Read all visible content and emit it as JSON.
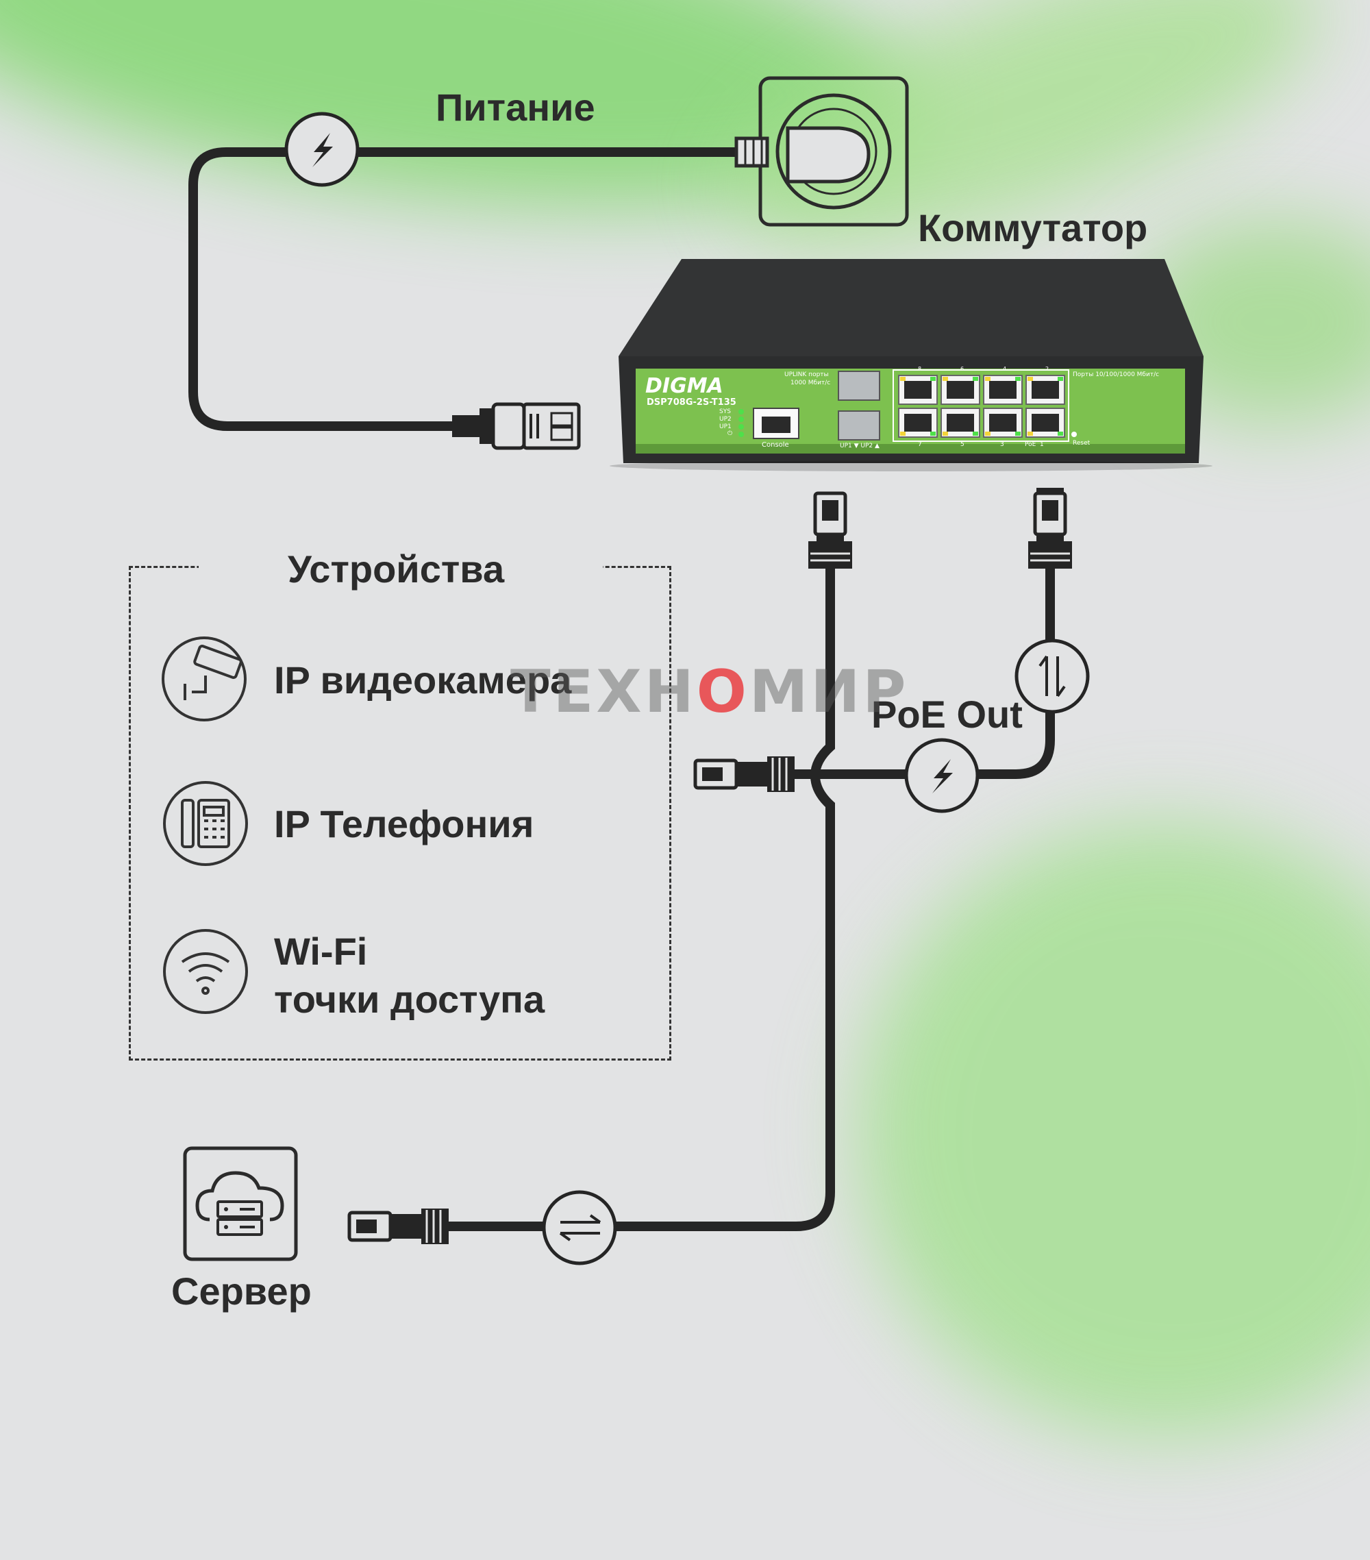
{
  "labels": {
    "power": "Питание",
    "switch": "Коммутатор",
    "devices_title": "Устройства",
    "poe_out": "PoE Out",
    "server": "Сервер"
  },
  "devices": [
    {
      "label": "IP видеокамера",
      "icon": "cctv-camera-icon"
    },
    {
      "label": "IP Телефония",
      "icon": "desk-phone-icon"
    },
    {
      "label_line1": "Wi-Fi",
      "label_line2": "точки доступа",
      "icon": "wifi-icon"
    }
  ],
  "switch_panel": {
    "brand": "DIGMA",
    "model": "DSP708G-2S-T135",
    "led_labels": [
      "SYS",
      "UP2",
      "UP1",
      "⏻"
    ],
    "console_label": "Console",
    "uplink_label_line1": "UPLINK порты",
    "uplink_label_line2": "1000 Мбит/с",
    "uplink_port_labels": "UP1 ▼ UP2 ▲",
    "ports_label": "Порты 10/100/1000 Мбит/с",
    "top_port_numbers": [
      "8",
      "6",
      "4",
      "2"
    ],
    "bottom_port_numbers": [
      "7",
      "5",
      "3",
      "PoE  1"
    ],
    "reset_label": "Reset"
  },
  "watermark": {
    "text_before": "ТЕХН",
    "text_after": "МИР"
  },
  "colors": {
    "background": "#e2e3e4",
    "accent_green": "#6fc24a",
    "panel_green": "#7dc14f",
    "cable": "#252525",
    "text": "#2b2b2b",
    "watermark_red": "#e8575a"
  }
}
